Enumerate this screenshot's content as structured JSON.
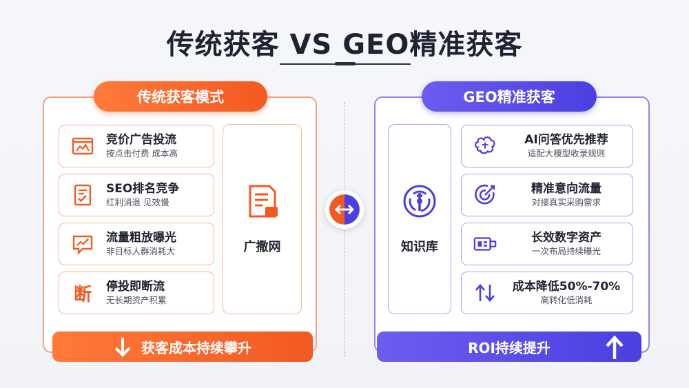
{
  "title": "传统获客 VS GEO精准获客",
  "colors": {
    "orange": "#f25a22",
    "purple": "#4b3fe0"
  },
  "left": {
    "header": "传统获客模式",
    "items": [
      {
        "title": "竞价广告投流",
        "subtitle": "按点击付费  成本高",
        "icon": "ad-icon"
      },
      {
        "title": "SEO排名竞争",
        "subtitle": "红利消退 见效慢",
        "icon": "checklist-icon"
      },
      {
        "title": "流量粗放曝光",
        "subtitle": "非目标人群消耗大",
        "icon": "chart-message-icon"
      },
      {
        "title": "停投即断流",
        "subtitle": "无长期资产积累",
        "icon": "break-icon",
        "icon_glyph": "断"
      }
    ],
    "side_label": "广撒网",
    "side_icon": "document-icon",
    "bottom": "获客成本持续攀升",
    "bottom_icon": "arrow-down-icon"
  },
  "right": {
    "header": "GEO精准获客",
    "items": [
      {
        "title": "AI问答优先推荐",
        "subtitle": "适配大模型收录规则",
        "icon": "brain-icon"
      },
      {
        "title": "精准意向流量",
        "subtitle": "对接真实采购需求",
        "icon": "target-icon"
      },
      {
        "title": "长效数字资产",
        "subtitle": "一次布局持续曝光",
        "icon": "chip-icon"
      },
      {
        "title": "成本降低50%-70%",
        "subtitle": "高转化低消耗",
        "icon": "up-down-arrows-icon"
      }
    ],
    "side_label": "知识库",
    "side_icon": "knowledge-icon",
    "bottom": "ROI持续提升",
    "bottom_icon": "arrow-up-icon"
  },
  "center_icon": "swap-arrows-icon"
}
